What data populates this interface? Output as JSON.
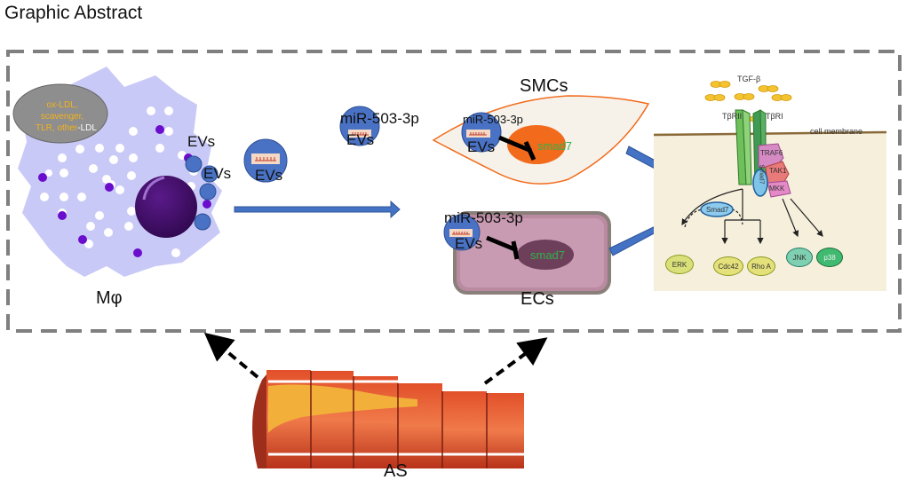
{
  "title": "Graphic Abstract",
  "macrophage": {
    "label": "Mφ",
    "receptor_lines": [
      "ox-LDL,",
      "scavenger,",
      "TLR,"
    ],
    "receptor_other": "other",
    "receptor_ldl": "-LDL",
    "ev_labels": [
      "EVs",
      "EVs"
    ]
  },
  "released_ev": {
    "label": "EVs"
  },
  "mirna_ev": {
    "mirna": "miR-503-3p",
    "label": "EVs"
  },
  "smc": {
    "title": "SMCs",
    "mirna": "miR-503-3p",
    "ev_label": "EVs",
    "target": "smad7"
  },
  "ec": {
    "title": "ECs",
    "mirna": "miR-503-3p",
    "ev_label": "EVs",
    "target": "smad7"
  },
  "pathway": {
    "ligand": "TGF-β",
    "receptor2": "TβRII",
    "receptor1": "TβRI",
    "membrane": "cell membrane",
    "complex": [
      "TRAF6",
      "TAK1",
      "MKK"
    ],
    "smad7_bound": "Smad7",
    "smad7_free": "Smad7",
    "effectors": [
      "ERK",
      "Cdc42",
      "Rho A",
      "JNK",
      "p38"
    ]
  },
  "artery": {
    "label": "AS"
  },
  "colors": {
    "ev_blue": "#4a72c4",
    "arrow_blue": "#4472c4",
    "cell_lavender": "#c9c9f7",
    "nucleus_purple": "#3c0a66",
    "granule_purple": "#6a0dcc",
    "smc_orange": "#f26a1b",
    "smad_green": "#2fb24a",
    "frame_gray": "#7f7f7f"
  }
}
